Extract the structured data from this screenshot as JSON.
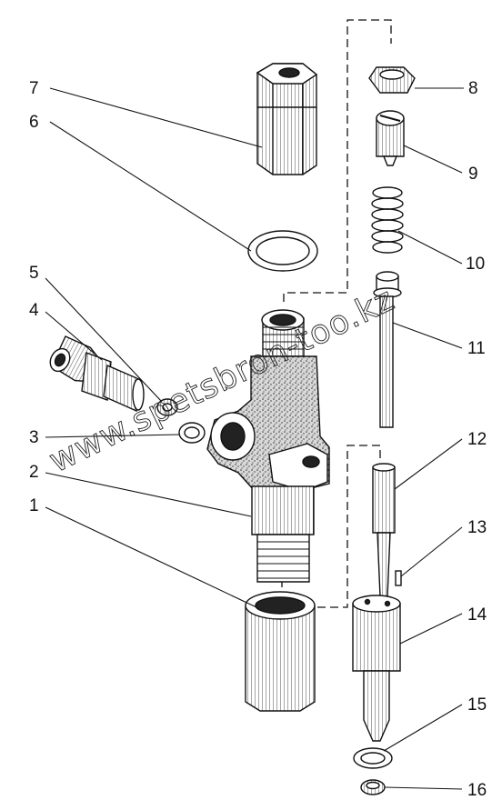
{
  "watermark": "www.spetsbron-too.kz",
  "callouts": [
    {
      "id": "7",
      "label": "7"
    },
    {
      "id": "6",
      "label": "6"
    },
    {
      "id": "5",
      "label": "5"
    },
    {
      "id": "4",
      "label": "4"
    },
    {
      "id": "3",
      "label": "3"
    },
    {
      "id": "2",
      "label": "2"
    },
    {
      "id": "1",
      "label": "1"
    },
    {
      "id": "8",
      "label": "8"
    },
    {
      "id": "9",
      "label": "9"
    },
    {
      "id": "10",
      "label": "10"
    },
    {
      "id": "11",
      "label": "11"
    },
    {
      "id": "12",
      "label": "12"
    },
    {
      "id": "13",
      "label": "13"
    },
    {
      "id": "14",
      "label": "14"
    },
    {
      "id": "15",
      "label": "15"
    },
    {
      "id": "16",
      "label": "16"
    }
  ]
}
